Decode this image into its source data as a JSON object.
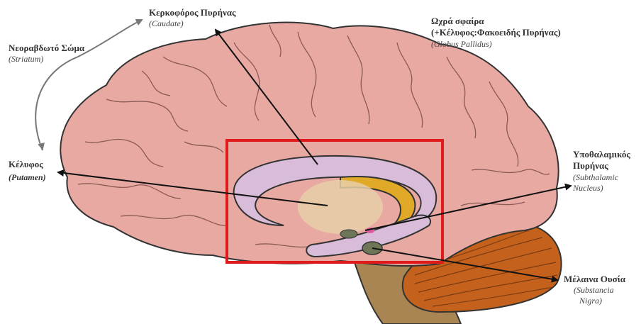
{
  "labels": {
    "caudate": {
      "title": "Κερκοφόρος Πυρήνας",
      "latin": "(Caudate)"
    },
    "striatum": {
      "title": "Νεοραβδωτό Σώμα",
      "latin": "(Striatum)"
    },
    "globus": {
      "title_line1": "Ωχρά σφαίρα",
      "title_line2": "(+Κέλυφος:Φακοειδής Πυρήνας)",
      "latin": "(Globus Pallidus)"
    },
    "putamen": {
      "title": "Κέλυφος",
      "latin": "(Putamen)"
    },
    "subthalamic": {
      "title_line1": "Υποθαλαμικός",
      "title_line2": "Πυρήνας",
      "latin_line1": "(Subthalamic",
      "latin_line2": "Nucleus)"
    },
    "nigra": {
      "title": "Μέλαινα Ουσία",
      "latin_line1": "(Substancia",
      "latin_line2": "Nigra)"
    }
  },
  "colors": {
    "brain": "#e8a9a3",
    "brain_outline": "#333333",
    "highlight_box": "#e01b1b",
    "caudate": "#d9bcd9",
    "putamen": "#e6cfa8",
    "globus": "#e1a928",
    "nigra": "#6e7657",
    "cerebellum": "#c4621d",
    "brainstem": "#a88552"
  }
}
